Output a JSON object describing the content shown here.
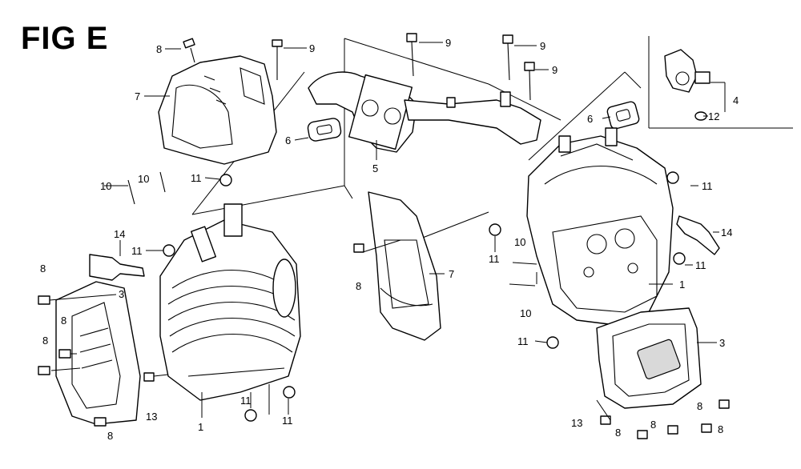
{
  "figure": {
    "title": "FIG E"
  },
  "labels": {
    "l8a": "8",
    "l9a": "9",
    "l9b": "9",
    "l9c": "9",
    "l9d": "9",
    "l7a": "7",
    "l6a": "6",
    "l6b": "6",
    "l5": "5",
    "l4": "4",
    "l12": "12",
    "l11a": "11",
    "l10a": "10",
    "l10b": "10",
    "l14a": "14",
    "l11b": "11",
    "l8b": "8",
    "l3a": "3",
    "l8c": "8",
    "l8d": "8",
    "l13a": "13",
    "l8e": "8",
    "l1a": "1",
    "l11c": "11",
    "l11d": "11",
    "l8f": "8",
    "l7b": "7",
    "l11e": "11",
    "l10c": "10",
    "l10d": "10",
    "l11f": "11",
    "l11g": "11",
    "l14b": "14",
    "l11h": "11",
    "l1b": "1",
    "l3b": "3",
    "l13b": "13",
    "l8g": "8",
    "l8h": "8",
    "l8i": "8",
    "l8j": "8"
  }
}
